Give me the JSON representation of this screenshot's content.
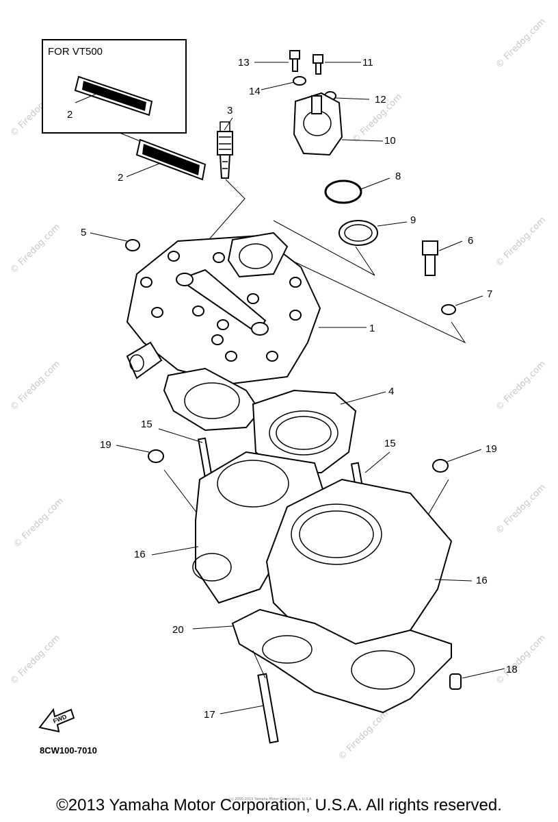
{
  "inset": {
    "title": "FOR VT500"
  },
  "callouts": [
    {
      "id": "c1",
      "label": "1"
    },
    {
      "id": "c2a",
      "label": "2"
    },
    {
      "id": "c2b",
      "label": "2"
    },
    {
      "id": "c3",
      "label": "3"
    },
    {
      "id": "c4",
      "label": "4"
    },
    {
      "id": "c5",
      "label": "5"
    },
    {
      "id": "c6",
      "label": "6"
    },
    {
      "id": "c7",
      "label": "7"
    },
    {
      "id": "c8",
      "label": "8"
    },
    {
      "id": "c9",
      "label": "9"
    },
    {
      "id": "c10",
      "label": "10"
    },
    {
      "id": "c11",
      "label": "11"
    },
    {
      "id": "c12",
      "label": "12"
    },
    {
      "id": "c13",
      "label": "13"
    },
    {
      "id": "c14",
      "label": "14"
    },
    {
      "id": "c15a",
      "label": "15"
    },
    {
      "id": "c15b",
      "label": "15"
    },
    {
      "id": "c16a",
      "label": "16"
    },
    {
      "id": "c16b",
      "label": "16"
    },
    {
      "id": "c17",
      "label": "17"
    },
    {
      "id": "c18",
      "label": "18"
    },
    {
      "id": "c19a",
      "label": "19"
    },
    {
      "id": "c19b",
      "label": "19"
    },
    {
      "id": "c20",
      "label": "20"
    }
  ],
  "fwd_label": "FWD",
  "part_code": "8CW100-7010",
  "watermark": "© Firedog.com",
  "small_credit": "(c) 2005-2015 Yamaha Motor Corporation, U.S.A.",
  "copyright": "©2013 Yamaha Motor Corporation, U.S.A. All rights reserved."
}
